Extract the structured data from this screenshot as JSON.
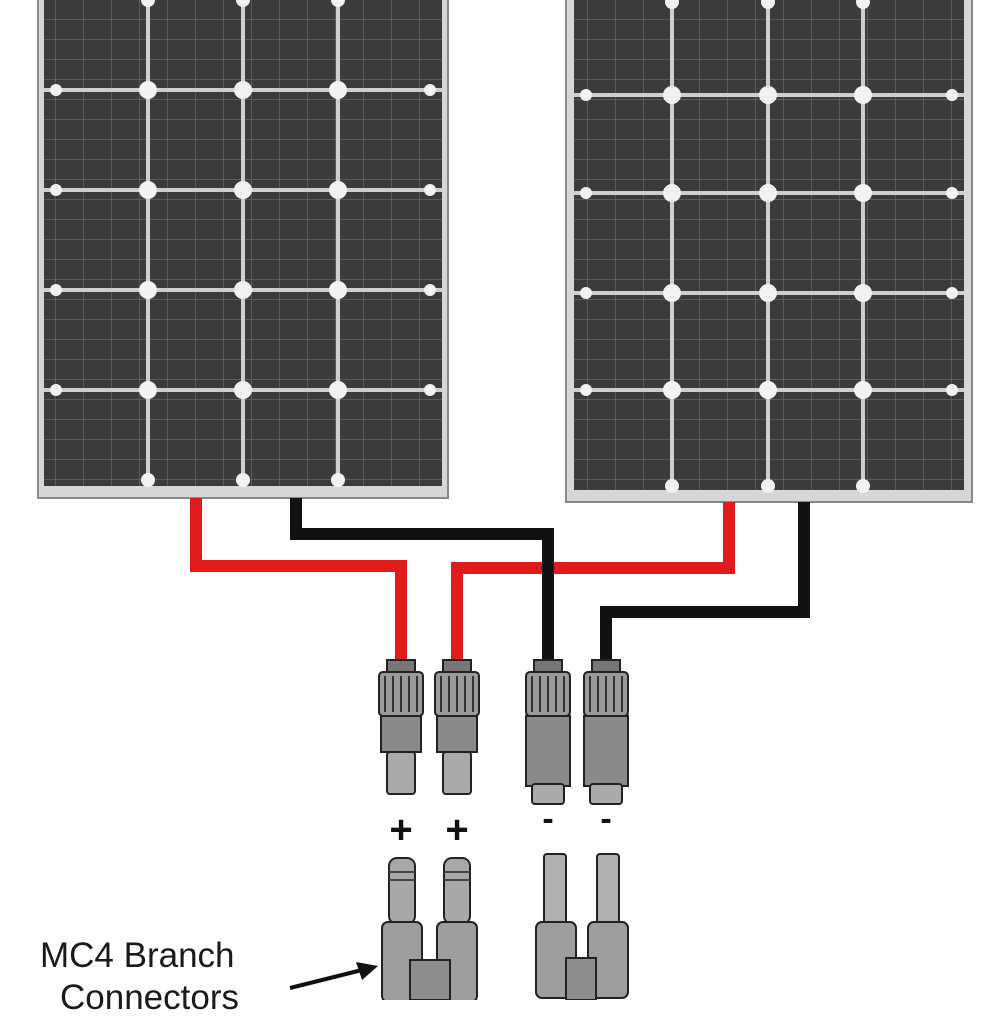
{
  "diagram": {
    "panels": [
      {
        "name": "solar-panel-left"
      },
      {
        "name": "solar-panel-right"
      }
    ],
    "wire_colors": {
      "positive": "#e01b1b",
      "negative": "#111111"
    },
    "panel_colors": {
      "frame": "#c9c9c9",
      "cells": "#3a3a3a",
      "grid": "#8a8a8a"
    },
    "connectors": [
      {
        "polarity": "positive",
        "sign": "+"
      },
      {
        "polarity": "positive",
        "sign": "+"
      },
      {
        "polarity": "negative",
        "sign": "-"
      },
      {
        "polarity": "negative",
        "sign": "-"
      }
    ],
    "caption": {
      "line1": "MC4 Branch",
      "line2": "Connectors"
    }
  }
}
